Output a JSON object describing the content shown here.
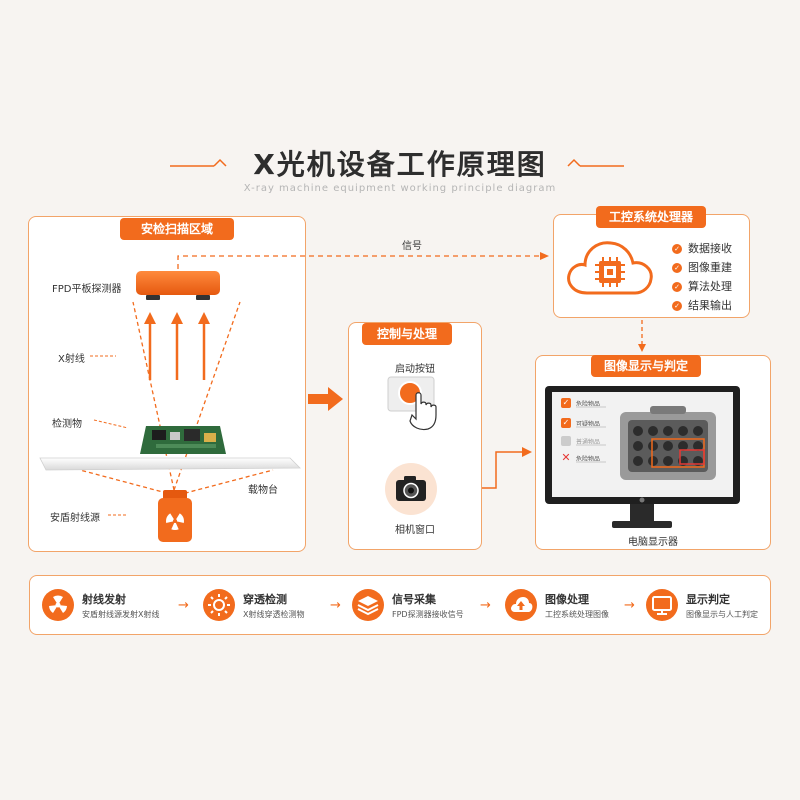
{
  "header": {
    "title": "X光机设备工作原理图",
    "subtitle": "X-ray machine equipment working principle diagram"
  },
  "scan_area": {
    "tag": "安检扫描区域",
    "fpd_label": "FPD平板探测器",
    "xray_label": "X射线",
    "object_label": "检测物",
    "stage_label": "载物台",
    "source_label": "安盾射线源"
  },
  "signal_label": "信号",
  "control": {
    "tag": "控制与处理",
    "start_button_label": "启动按钮",
    "camera_label": "相机窗口"
  },
  "processor": {
    "tag": "工控系统处理器",
    "items": [
      "数据接收",
      "图像重建",
      "算法处理",
      "结果输出"
    ]
  },
  "display": {
    "tag": "图像显示与判定",
    "monitor_label": "电脑显示器",
    "screen_items": [
      {
        "text": "危险物品",
        "status": "check"
      },
      {
        "text": "可疑物品",
        "status": "check"
      },
      {
        "text": "普通物品",
        "status": "dim"
      },
      {
        "text": "危险物品",
        "status": "cross"
      }
    ]
  },
  "steps": [
    {
      "title": "射线发射",
      "desc": "安盾射线源发射X射线",
      "icon": "radiation-icon"
    },
    {
      "title": "穿透检测",
      "desc": "X射线穿透检测物",
      "icon": "penetration-icon"
    },
    {
      "title": "信号采集",
      "desc": "FPD探测器接收信号",
      "icon": "layers-icon"
    },
    {
      "title": "图像处理",
      "desc": "工控系统处理图像",
      "icon": "cloud-upload-icon"
    },
    {
      "title": "显示判定",
      "desc": "图像显示与人工判定",
      "icon": "monitor-icon"
    }
  ],
  "colors": {
    "accent": "#f26b1d",
    "panel_border": "#f2a469",
    "background": "#f7f4f1"
  }
}
